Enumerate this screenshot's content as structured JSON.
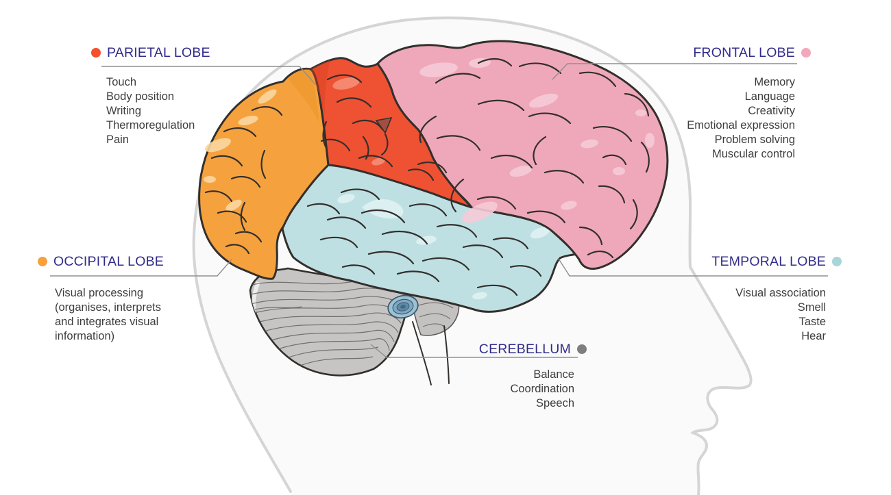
{
  "colors": {
    "title": "#312C8A",
    "items_text": "#3D3D3D",
    "leader_line": "#8F8F8F",
    "head_outline": "#D5D5D5",
    "head_fill": "#FAFAFA",
    "brain_outline": "#332F2C",
    "parietal": "#EF5133",
    "frontal": "#EFA8BA",
    "occipital": "#F5A23E",
    "temporal": "#BFE0E3",
    "cerebellum": "#C7C5C3",
    "brainstem": "#C4C2C0",
    "brainstem_spiral": "#9DC2D6"
  },
  "labels": {
    "parietal": {
      "title": "PARIETAL LOBE",
      "bullet_color": "#F4502B",
      "items": [
        "Touch",
        "Body position",
        "Writing",
        "Thermoregulation",
        "Pain"
      ]
    },
    "frontal": {
      "title": "FRONTAL LOBE",
      "bullet_color": "#F2A8BC",
      "items": [
        "Memory",
        "Language",
        "Creativity",
        "Emotional expression",
        "Problem solving",
        "Muscular control"
      ]
    },
    "occipital": {
      "title": "OCCIPITAL LOBE",
      "bullet_color": "#F8A13B",
      "items": [
        "Visual processing",
        "(organises, interprets",
        "and integrates visual",
        "information)"
      ]
    },
    "temporal": {
      "title": "TEMPORAL LOBE",
      "bullet_color": "#A9D4DA",
      "items": [
        "Visual association",
        "Smell",
        "Taste",
        "Hear"
      ]
    },
    "cerebellum": {
      "title": "CEREBELLUM",
      "bullet_color": "#7E7E7E",
      "items": [
        "Balance",
        "Coordination",
        "Speech"
      ]
    }
  }
}
